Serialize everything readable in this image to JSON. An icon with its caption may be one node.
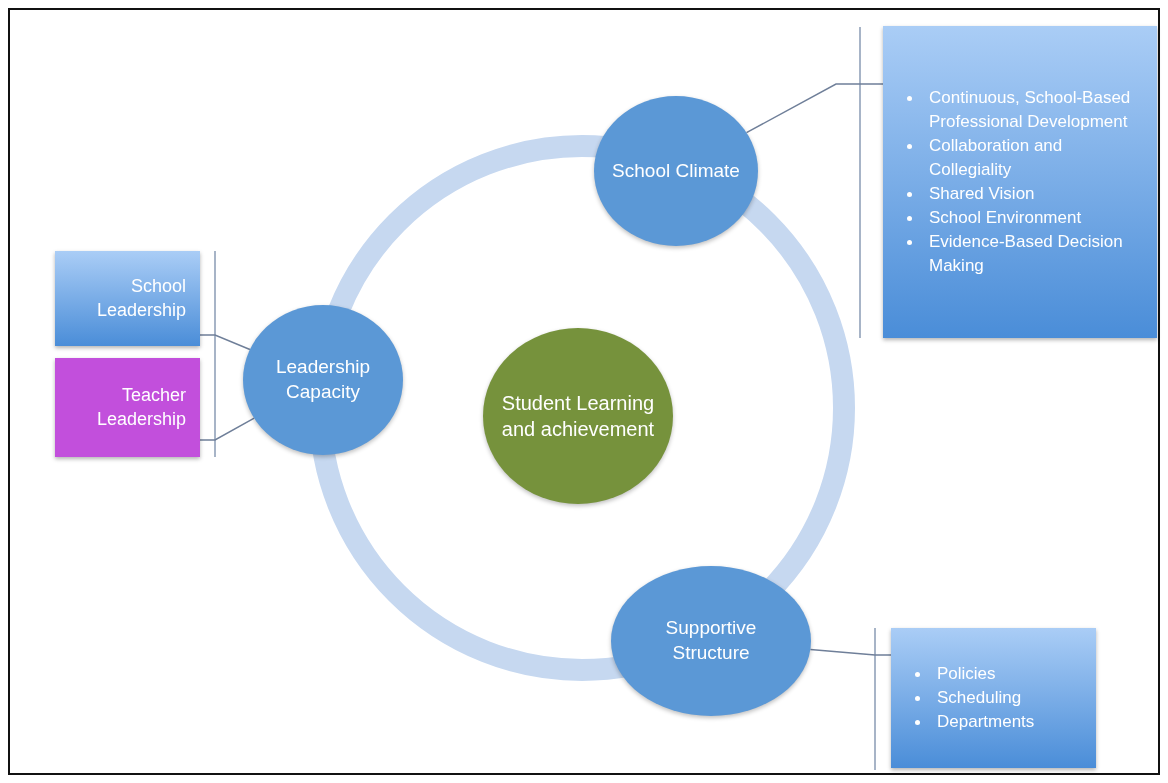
{
  "diagram": {
    "nodes": [
      {
        "text": [
          "Student Learning and achievement"
        ]
      },
      {
        "text": [
          "School Climate"
        ]
      },
      {
        "text": [
          "Leadership Capacity"
        ]
      },
      {
        "text": [
          "Supportive Structure"
        ]
      },
      {
        "text": [
          "School Leadership"
        ]
      },
      {
        "text": [
          "Teacher Leadership"
        ]
      },
      {
        "text": [
          "Continuous, School-Based Professional Development",
          "Collaboration and Collegiality",
          "Shared Vision",
          "School Environment",
          "Evidence-Based Decision Making"
        ]
      },
      {
        "text": [
          "Policies",
          "Scheduling",
          "Departments"
        ]
      }
    ],
    "edges": [
      {
        "from": 2,
        "to": 4,
        "arrow": "none"
      },
      {
        "from": 2,
        "to": 5,
        "arrow": "none"
      },
      {
        "from": 1,
        "to": 6,
        "arrow": "none"
      },
      {
        "from": 3,
        "to": 7,
        "arrow": "none"
      }
    ]
  }
}
